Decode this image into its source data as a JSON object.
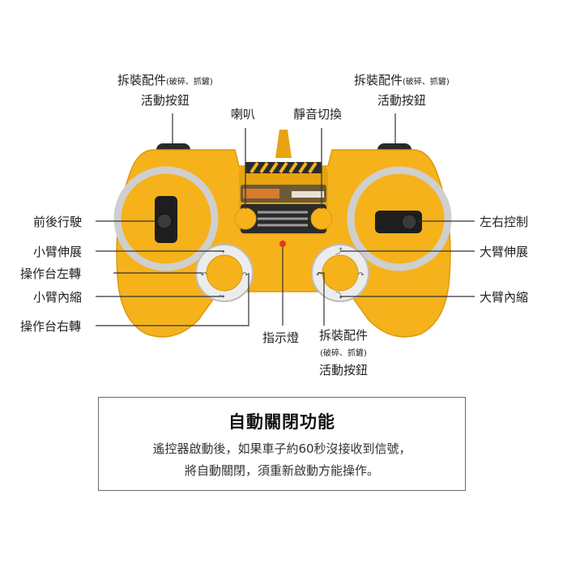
{
  "labels": {
    "top_left": {
      "main": "拆裝配件",
      "sub": "(破碎、抓鏟)",
      "line2": "活動按鈕"
    },
    "top_right": {
      "main": "拆裝配件",
      "sub": "(破碎、抓鏟)",
      "line2": "活動按鈕"
    },
    "horn": "喇叭",
    "mute": "靜音切換",
    "left_side": [
      "前後行駛",
      "小臂伸展",
      "操作台左轉",
      "小臂內縮",
      "操作台右轉"
    ],
    "right_side": [
      "左右控制",
      "大臂伸展",
      "大臂內縮"
    ],
    "indicator": "指示燈",
    "bottom_center": {
      "main": "拆裝配件",
      "sub": "(破碎、抓鏟)",
      "line2": "活動按鈕"
    }
  },
  "info_box": {
    "title": "自動關閉功能",
    "line1": "遙控器啟動後，如果車子約60秒沒接收到信號，",
    "line2": "將自動關閉，須重新啟動方能操作。"
  },
  "colors": {
    "body": "#f5b21b",
    "ring": "#c9c9c9",
    "indicator": "#e03a1e"
  }
}
